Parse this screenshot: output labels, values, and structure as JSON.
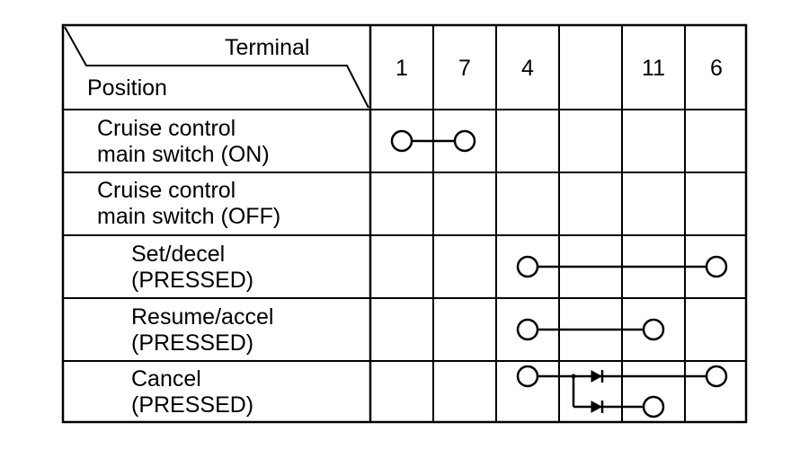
{
  "table": {
    "header": {
      "terminal_label": "Terminal",
      "position_label": "Position",
      "columns": [
        "1",
        "7",
        "4",
        "",
        "11",
        "6"
      ]
    },
    "rows": [
      {
        "lines": [
          "Cruise control",
          "main switch (ON)"
        ]
      },
      {
        "lines": [
          "Cruise control",
          "main switch (OFF)"
        ]
      },
      {
        "lines": [
          "Set/decel",
          "(PRESSED)"
        ]
      },
      {
        "lines": [
          "Resume/accel",
          "(PRESSED)"
        ]
      },
      {
        "lines": [
          "Cancel",
          "(PRESSED)"
        ]
      }
    ]
  },
  "connections": [
    {
      "row": 0,
      "terminals": [
        "1",
        "7"
      ]
    },
    {
      "row": 2,
      "terminals": [
        "4",
        "6"
      ]
    },
    {
      "row": 3,
      "terminals": [
        "4",
        "11"
      ]
    },
    {
      "row": 4,
      "terminals": [
        "4",
        "6"
      ],
      "via": "diode"
    },
    {
      "row": 4,
      "terminals": [
        "4",
        "11"
      ],
      "via": "diode"
    }
  ]
}
